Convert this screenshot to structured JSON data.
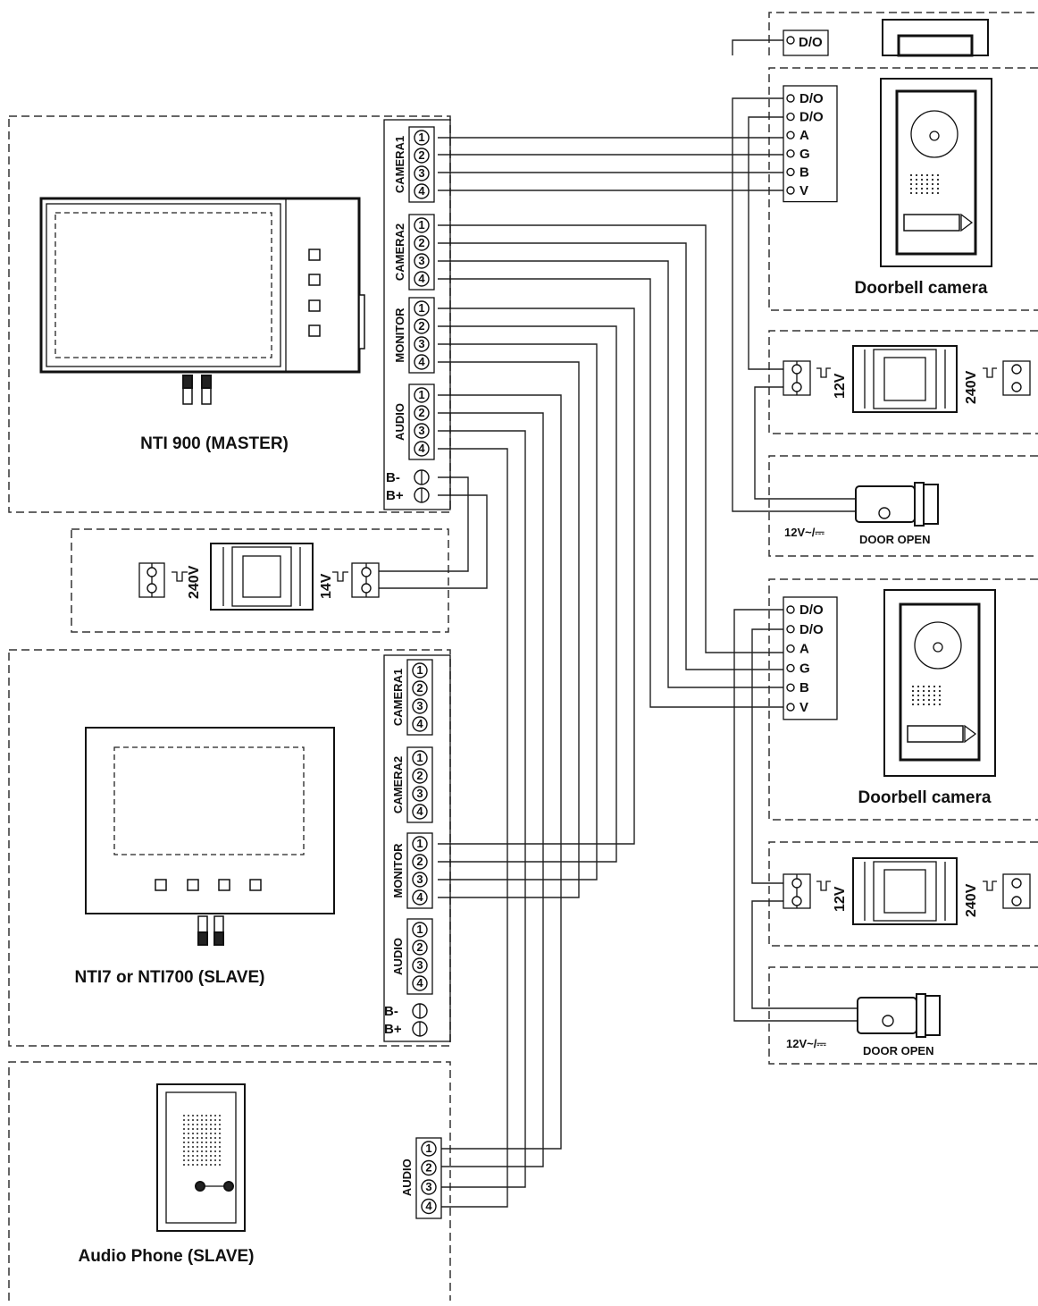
{
  "devices": {
    "master": {
      "title": "NTI 900 (MASTER)"
    },
    "slave_monitor": {
      "title": "NTI7 or NTI700 (SLAVE)"
    },
    "audio_phone": {
      "title": "Audio Phone (SLAVE)"
    },
    "camera_1": {
      "title": "Doorbell camera"
    },
    "camera_2": {
      "title": "Doorbell camera"
    }
  },
  "terminals": {
    "group_labels": [
      "CAMERA1",
      "CAMERA2",
      "MONITOR",
      "AUDIO"
    ],
    "pin_numbers": [
      "1",
      "2",
      "3",
      "4"
    ],
    "power_pins": [
      "B-",
      "B+"
    ],
    "camera_pins": [
      "D/O",
      "D/O",
      "A",
      "G",
      "B",
      "V"
    ],
    "top_partial_pin": "D/O"
  },
  "power": {
    "mains_voltage": "240V",
    "monitor_supply_voltage": "14V",
    "camera_supply_voltage": "12V",
    "lock_voltage": "12V~/⎓",
    "lock_label": "DOOR OPEN"
  }
}
